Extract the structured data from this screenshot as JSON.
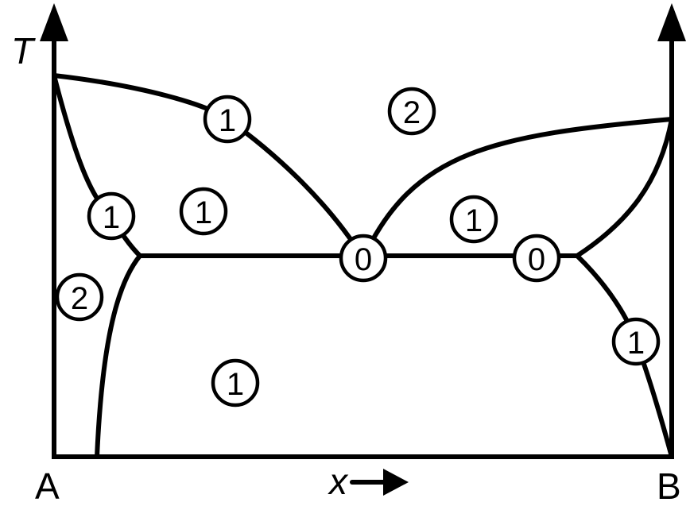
{
  "labels": {
    "y_axis": "T",
    "x_axis": "x",
    "left_component": "A",
    "right_component": "B"
  },
  "regions": [
    {
      "name": "liquid-top",
      "value": "2"
    },
    {
      "name": "liquid-left",
      "value": "1"
    },
    {
      "name": "liquid-right",
      "value": "1"
    },
    {
      "name": "solid-alpha",
      "value": "2"
    },
    {
      "name": "two-phase-bottom",
      "value": "1"
    }
  ],
  "boundary_points": [
    {
      "name": "liquidus-left",
      "value": "1"
    },
    {
      "name": "solidus-left",
      "value": "1"
    },
    {
      "name": "eutectic-left",
      "value": "0"
    },
    {
      "name": "eutectic-right",
      "value": "0"
    },
    {
      "name": "solvus-right",
      "value": "1"
    }
  ],
  "colors": {
    "line": "#000000",
    "background": "#ffffff"
  }
}
